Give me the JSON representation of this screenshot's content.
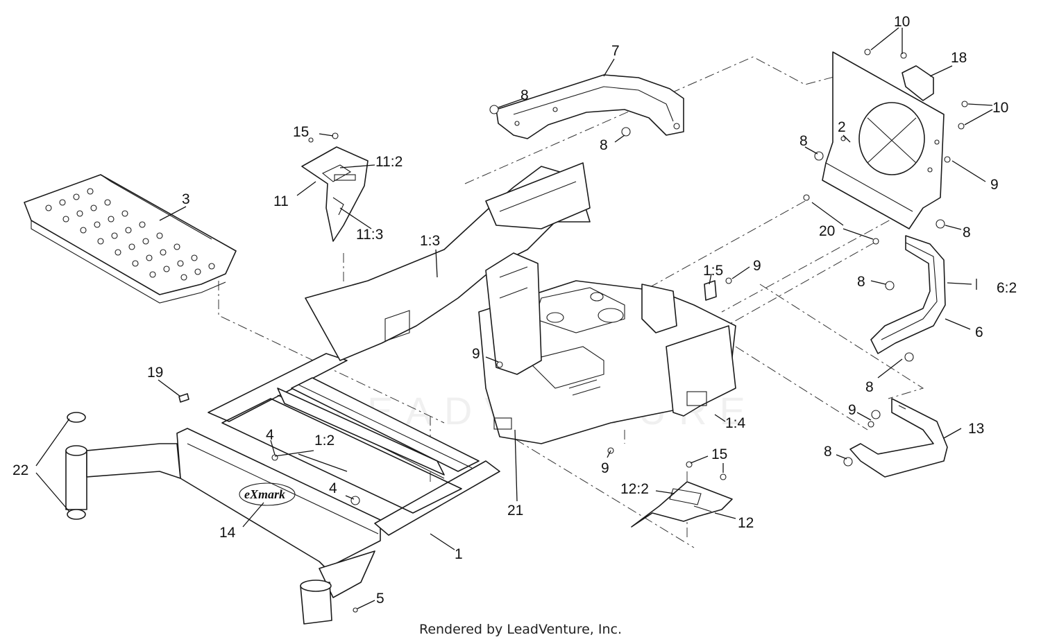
{
  "footer": "Rendered by LeadVenture, Inc.",
  "watermark": "LEADVENTURE",
  "brand_logo": "eXmark",
  "callouts": [
    "1",
    "1:2",
    "1:3",
    "1:4",
    "1:5",
    "2",
    "3",
    "4",
    "4",
    "5",
    "6",
    "6:2",
    "7",
    "8",
    "8",
    "8",
    "8",
    "8",
    "8",
    "8",
    "8",
    "9",
    "9",
    "9",
    "9",
    "9",
    "10",
    "10",
    "11",
    "11:2",
    "11:3",
    "12",
    "12:2",
    "13",
    "14",
    "15",
    "15",
    "18",
    "19",
    "20",
    "21",
    "22"
  ]
}
